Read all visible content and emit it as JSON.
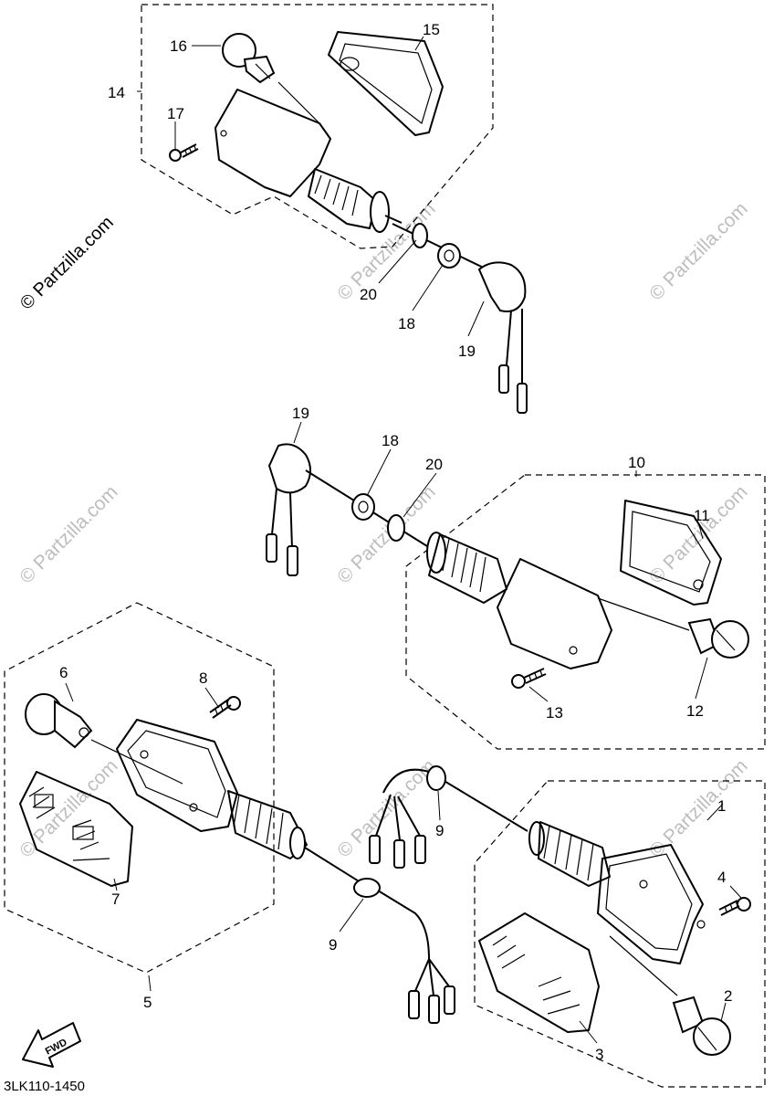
{
  "watermark": "© Partzilla.com",
  "diagram_code": "3LK110-1450",
  "fwd_label": "FWD",
  "labels": {
    "n1": "1",
    "n2": "2",
    "n3": "3",
    "n4": "4",
    "n5": "5",
    "n6": "6",
    "n7": "7",
    "n8": "8",
    "n9a": "9",
    "n9b": "9",
    "n10": "10",
    "n11": "11",
    "n12": "12",
    "n13": "13",
    "n14": "14",
    "n15": "15",
    "n16": "16",
    "n17": "17",
    "n18a": "18",
    "n18b": "18",
    "n19a": "19",
    "n19b": "19",
    "n20a": "20",
    "n20b": "20"
  },
  "icons": {
    "fwd": "fwd-arrow-icon"
  }
}
